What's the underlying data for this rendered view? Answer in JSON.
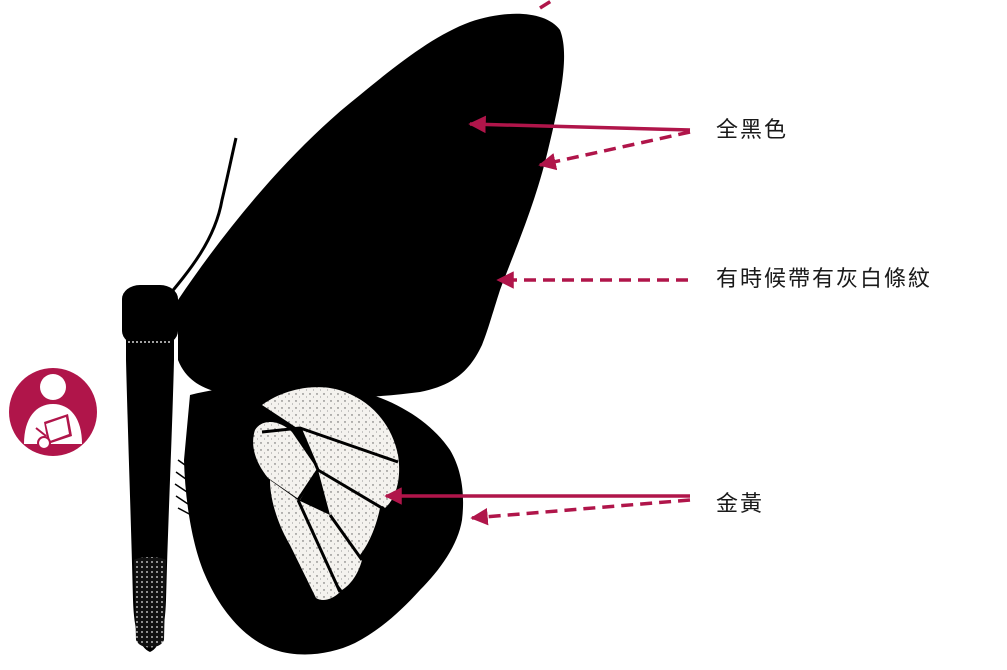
{
  "labels": {
    "forewing": "全黑色",
    "stripes": "有時候帶有灰白條紋",
    "hindwing_patch": "金黃"
  },
  "colors": {
    "arrow": "#b0154a",
    "wing": "#000000",
    "patch": "#f4f2ee",
    "badge": "#b0154a"
  },
  "icons": {
    "badge": "reader-icon"
  }
}
